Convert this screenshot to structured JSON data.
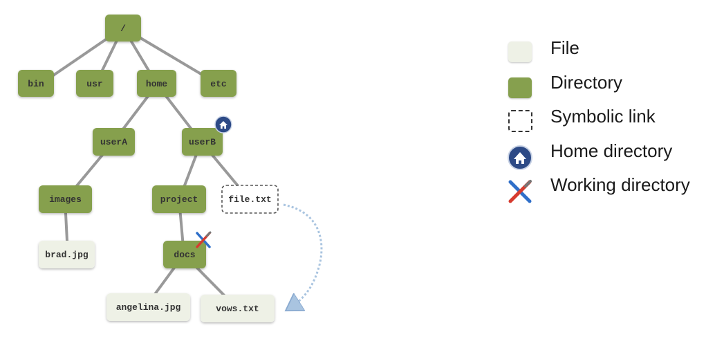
{
  "tree": {
    "root": "/",
    "bin": "bin",
    "usr": "usr",
    "home": "home",
    "etc": "etc",
    "userA": "userA",
    "userB": "userB",
    "images": "images",
    "project": "project",
    "file_txt": "file.txt",
    "brad_jpg": "brad.jpg",
    "docs": "docs",
    "angelina_jpg": "angelina.jpg",
    "vows_txt": "vows.txt"
  },
  "legend": {
    "file": "File",
    "directory": "Directory",
    "symlink": "Symbolic link",
    "home": "Home directory",
    "working": "Working directory"
  },
  "colors": {
    "directory": "#86a04e",
    "file": "#eef1e6",
    "edge": "#999999",
    "home_badge": "#2d4a86",
    "symlink_arrow": "#a9c4e0"
  },
  "icons": {
    "home": "home-icon",
    "working": "tools-icon"
  }
}
